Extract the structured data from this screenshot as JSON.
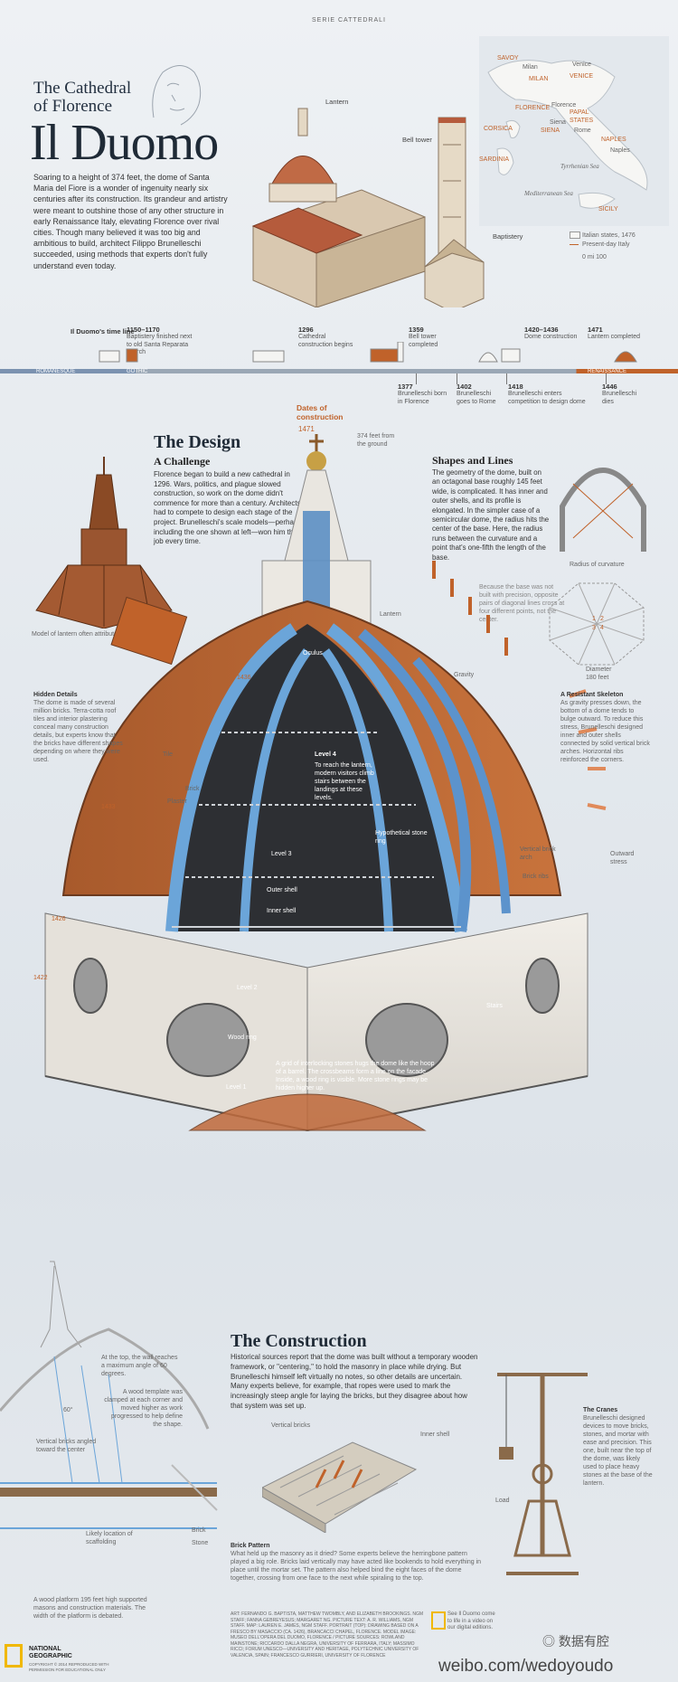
{
  "header": {
    "source_tag": "SERIE CATTEDRALI",
    "title_small_1": "The Cathedral",
    "title_small_2": "of Florence",
    "title_big": "Il Duomo",
    "intro": "Soaring to a height of 374 feet, the dome of Santa Maria del Fiore is a wonder of ingenuity nearly six centuries after its construction. Its grandeur and artistry were meant to outshine those of any other structure in early Renaissance Italy, elevating Florence over rival cities. Though many believed it was too big and ambitious to build, architect Filippo Brunelleschi succeeded, using methods that experts don't fully understand even today."
  },
  "building_labels": {
    "lantern": "Lantern",
    "bell_tower": "Bell tower",
    "baptistery": "Baptistery"
  },
  "map": {
    "cities": [
      "SAVOY",
      "Milan",
      "Venice",
      "MILAN",
      "VENICE",
      "FLORENCE",
      "Florence",
      "PAPAL STATES",
      "Siena",
      "Rome",
      "CORSICA",
      "SIENA",
      "SARDINIA",
      "NAPLES",
      "Naples",
      "SICILY"
    ],
    "seas": [
      "Tyrrhenian Sea",
      "Mediterranean Sea"
    ],
    "legend_states": "Italian states, 1476",
    "legend_present": "Present-day Italy",
    "scale": "0 mi 100"
  },
  "timeline": {
    "title": "Il Duomo's time line",
    "top_events": [
      {
        "year": "1150–1170",
        "text": "Baptistery finished next to old Santa Reparata church"
      },
      {
        "year": "1296",
        "text": "Cathedral construction begins"
      },
      {
        "year": "1359",
        "text": "Bell tower completed"
      },
      {
        "year": "1420–1436",
        "text": "Dome construction"
      },
      {
        "year": "1471",
        "text": "Lantern completed"
      }
    ],
    "bottom_events": [
      {
        "year": "1377",
        "text": "Brunelleschi born in Florence"
      },
      {
        "year": "1402",
        "text": "Brunelleschi goes to Rome"
      },
      {
        "year": "1418",
        "text": "Brunelleschi enters competition to design dome"
      },
      {
        "year": "1446",
        "text": "Brunelleschi dies"
      }
    ],
    "era_left": "ROMANESQUE",
    "era_mid": "GOTHIC",
    "era_right": "RENAISSANCE"
  },
  "design": {
    "heading": "The Design",
    "subheading": "A Challenge",
    "text": "Florence began to build a new cathedral in 1296. Wars, politics, and plague slowed construction, so work on the dome didn't commence for more than a century. Architects had to compete to design each stage of the project. Brunelleschi's scale models—perhaps including the one shown at left—won him the job every time.",
    "model_caption": "Model of lantern often attributed to Brunelleschi",
    "dates_label": "Dates of construction",
    "date_top": "1471",
    "height_note": "374 feet from the ground"
  },
  "shapes": {
    "heading": "Shapes and Lines",
    "text": "The geometry of the dome, built on an octagonal base roughly 145 feet wide, is complicated. It has inner and outer shells, and its profile is elongated. In the simpler case of a semicircular dome, the radius hits the center of the base. Here, the radius runs between the curvature and a point that's one-fifth the length of the base.",
    "radius_label": "Radius of curvature",
    "base_note": "Because the base was not built with precision, opposite pairs of diagonal lines cross at four different points, not the center.",
    "diameter_label": "Diameter",
    "diameter_value": "180 feet",
    "point_labels": [
      "1",
      "2",
      "3",
      "4"
    ]
  },
  "dome_labels": {
    "lantern": "Lantern",
    "oculus": "Oculus",
    "gravity": "Gravity",
    "level4": "Level 4",
    "level4_text": "To reach the lantern, modern visitors climb stairs between the landings at these levels.",
    "hypothetical": "Hypothetical stone ring",
    "level3": "Level 3",
    "outer_shell": "Outer shell",
    "inner_shell": "Inner shell",
    "level2": "Level 2",
    "wood_ring": "Wood ring",
    "level1": "Level 1",
    "grid_text": "A grid of interlocking stones hugs the dome like the hoop of a barrel. The crossbeams form a line on the facade. Inside, a wood ring is visible. More stone rings may be hidden higher up.",
    "vertical_arch": "Vertical brick arch",
    "brick_ribs": "Brick ribs",
    "outward_stress": "Outward stress",
    "stairs": "Stairs",
    "tile": "Tile",
    "brick": "Brick",
    "plaster": "Plaster",
    "y1436": "1436",
    "y1433": "1433",
    "y1426": "1426",
    "y1422": "1422"
  },
  "hidden_details": {
    "heading": "Hidden Details",
    "text": "The dome is made of several million bricks. Terra-cotta roof tiles and interior plastering conceal many construction details, but experts know that the bricks have different shapes depending on where they were used."
  },
  "resistant": {
    "heading": "A Resistant Skeleton",
    "text": "As gravity presses down, the bottom of a dome tends to bulge outward. To reduce this stress, Brunelleschi designed inner and outer shells connected by solid vertical brick arches. Horizontal ribs reinforced the corners."
  },
  "construction": {
    "heading": "The Construction",
    "text": "Historical sources report that the dome was built without a temporary wooden framework, or \"centering,\" to hold the masonry in place while drying. But Brunelleschi himself left virtually no notes, so other details are uncertain. Many experts believe, for example, that ropes were used to mark the increasingly steep angle for laying the bricks, but they disagree about how that system was set up.",
    "top_note": "At the top, the wall reaches a maximum angle of 60 degrees.",
    "angle": "60°",
    "template_note": "A wood template was clamped at each corner and moved higher as work progressed to help define the shape.",
    "vertical_note": "Vertical bricks angled toward the center",
    "scaffold_note": "Likely location of scaffolding",
    "brick": "Brick",
    "stone": "Stone",
    "platform_note": "A wood platform 195 feet high supported masons and construction materials. The width of the platform is debated.",
    "vertical_bricks": "Vertical bricks",
    "inner_shell": "Inner shell",
    "brick_pattern_head": "Brick Pattern",
    "brick_pattern_text": "What held up the masonry as it dried? Some experts believe the herringbone pattern played a big role. Bricks laid vertically may have acted like bookends to hold everything in place until the mortar set. The pattern also helped bind the eight faces of the dome together, crossing from one face to the next while spiraling to the top.",
    "cranes_head": "The Cranes",
    "cranes_text": "Brunelleschi designed devices to move bricks, stones, and mortar with ease and precision. This one, built near the top of the dome, was likely used to place heavy stones at the base of the lantern.",
    "load": "Load"
  },
  "credits": {
    "text": "ART: FERNANDO G. BAPTISTA, MATTHEW TWOMBLY, AND ELIZABETH BROOKINGS. NGM STAFF; FANNA GEBREYESUS; MARGARET NG. PICTURE TEXT: A. R. WILLIAMS, NGM STAFF. MAP: LAUREN E. JAMES, NGM STAFF. PORTRAIT (TOP): DRAWING BASED ON A FRESCO BY MASACCIO (CA. 1426), BRANCACCI CHAPEL, FLORENCE. MODEL IMAGE: MUSEO DELL'OPERA DEL DUOMO, FLORENCE / PICTURE SOURCES: ROWLAND MAINSTONE; RICCARDO DALLA NEGRA, UNIVERSITY OF FERRARA, ITALY; MASSIMO RICCI; FORUM UNESCO—UNIVERSITY AND HERITAGE, POLYTECHNIC UNIVERSITY OF VALENCIA, SPAIN; FRANCESCO GURRIERI, UNIVERSITY OF FLORENCE",
    "video_note": "See Il Duomo come to life in a video on our digital editions.",
    "ng_line1": "NATIONAL",
    "ng_line2": "GEOGRAPHIC",
    "copyright": "COPYRIGHT © 2014 REPRODUCED WITH PERMISSION FOR EDUCATIONAL ONLY",
    "weibo_handle": "数据有腔",
    "weibo_url": "weibo.com/wedoyoudo"
  }
}
